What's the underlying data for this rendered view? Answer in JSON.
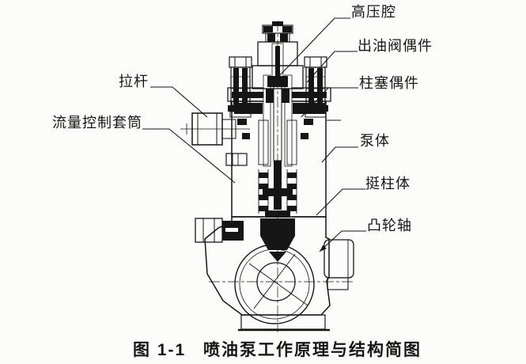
{
  "figure": {
    "caption_prefix": "图 1-1",
    "caption_title": "喷油泵工作原理与结构简图",
    "labels": {
      "high_pressure_chamber": "高压腔",
      "delivery_valve_assembly": "出油阀偶件",
      "plunger_assembly": "柱塞偶件",
      "pull_rod": "拉杆",
      "flow_control_sleeve": "流量控制套筒",
      "pump_body": "泵体",
      "tappet_body": "挺柱体",
      "camshaft": "凸轮轴"
    },
    "colors": {
      "ink": "#151515",
      "paper": "#fcfcfa"
    }
  }
}
